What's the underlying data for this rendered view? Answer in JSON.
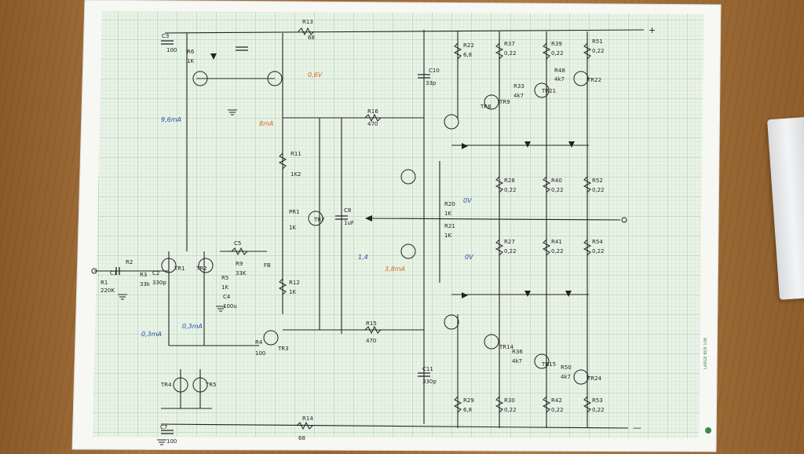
{
  "scene": {
    "description_free": true,
    "colors": {
      "ink": "#222222",
      "grid": "#9ec9a9",
      "paper": "#eef5ea",
      "annotation_orange": "#e0652a",
      "annotation_blue": "#2b4fb0"
    }
  },
  "labels": {
    "r13": "R13",
    "r13v": "68",
    "c3": "C3",
    "c3v": "100",
    "r6": "R6",
    "r6v": "1K",
    "c10": "C10",
    "c10v": "33p",
    "r22": "R22",
    "r22v": "6,8",
    "r37": "R37",
    "r37v": "0,22",
    "r39": "R39",
    "r39v": "0,22",
    "r51": "R51",
    "r51v": "0,22",
    "r48": "R48",
    "r48v": "4k7",
    "r33": "R33",
    "r33v": "4k7",
    "tr8": "TR8",
    "tr9": "TR9",
    "tr21": "TR21",
    "tr22": "TR22",
    "r1": "R1",
    "r1v": "220K",
    "c1": "C1",
    "r2": "R2",
    "r3": "R3",
    "r3v": "33k",
    "c2": "C2",
    "c2v": "330p",
    "tr1": "TR1",
    "tr2": "TR2",
    "r9": "R9",
    "r9v": "33K",
    "c5": "C5",
    "fb": "FB",
    "r5": "R5",
    "r5v": "1K",
    "c4": "C4",
    "c4v": "100u",
    "r4": "R4",
    "r4v": "100",
    "tr3": "TR3",
    "tr4": "TR4",
    "tr5": "TR5",
    "r14": "R14",
    "r14v": "68",
    "c7": "C7",
    "c7v": "100",
    "r11": "R11",
    "r11v": "1K2",
    "pr1": "PR1",
    "pr1v": "1K",
    "tr7": "TR7",
    "c8": "C8",
    "c8v": "1uF",
    "r12": "R12",
    "r12v": "1K",
    "r15": "R15",
    "r15v": "470",
    "r16": "R16",
    "r16v": "470",
    "c11": "C11",
    "c11v": "330p",
    "r20": "R20",
    "r20v": "1K",
    "r21": "R21",
    "r21v": "1K",
    "r28": "R28",
    "r28v": "0,22",
    "r27": "R27",
    "r27v": "0,22",
    "r40": "R40",
    "r40v": "0,22",
    "r41": "R41",
    "r41v": "0,22",
    "r52": "R52",
    "r52v": "0,22",
    "r54": "R54",
    "r54v": "0,22",
    "tr14": "TR14",
    "tr15": "TR15",
    "tr24": "TR24",
    "r29": "R29",
    "r29v": "6,8",
    "r30": "R30",
    "r30v": "0,22",
    "r42": "R42",
    "r42v": "0,22",
    "r53": "R53",
    "r53v": "0,22",
    "r36": "R36",
    "r36v": "4k7",
    "r50": "R50",
    "r50v": "4k7",
    "plus_sign": "+",
    "minus_sign": "—",
    "brand_text": "LARGE BOX 108"
  },
  "notes": {
    "v_top": "0,6V",
    "ma_left": "9,6mA",
    "ma_mid": "8mA",
    "ma_low1": "0,3mA",
    "ma_low2": "0,3mA",
    "ma_right": "3,8mA",
    "v_14": "1,4",
    "v_out": "0V",
    "v_lo": "0V"
  }
}
